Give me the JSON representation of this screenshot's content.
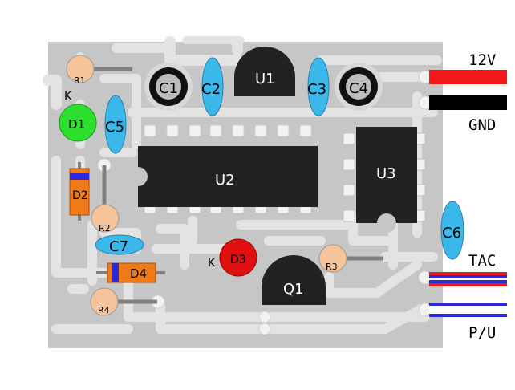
{
  "colors": {
    "board": "#c6c6c6",
    "trace": "#e3e3e3",
    "pad": "#f2f2f2",
    "ic_body": "#222222",
    "resistor": "#f5c49a",
    "cap_ceramic": "#3bb8ea",
    "led_green": "#2ee02e",
    "led_red": "#e01010",
    "diode_body": "#f07a18",
    "wire_12v": "#f01818",
    "wire_gnd": "#000000",
    "wire_tac": "#2a2ad8",
    "wire_pu": "#2a2ad8"
  },
  "components": {
    "r1": "R1",
    "r2": "R2",
    "r3": "R3",
    "r4": "R4",
    "c1": "C1",
    "c2": "C2",
    "c3": "C3",
    "c4": "C4",
    "c5": "C5",
    "c6": "C6",
    "c7": "C7",
    "d1": "D1",
    "d2": "D2",
    "d3": "D3",
    "d4": "D4",
    "u1": "U1",
    "u2": "U2",
    "u3": "U3",
    "q1": "Q1",
    "k1": "K",
    "k2": "K"
  },
  "wires": {
    "v12": "12V",
    "gnd": "GND",
    "tac": "TAC",
    "pu": "P/U"
  }
}
